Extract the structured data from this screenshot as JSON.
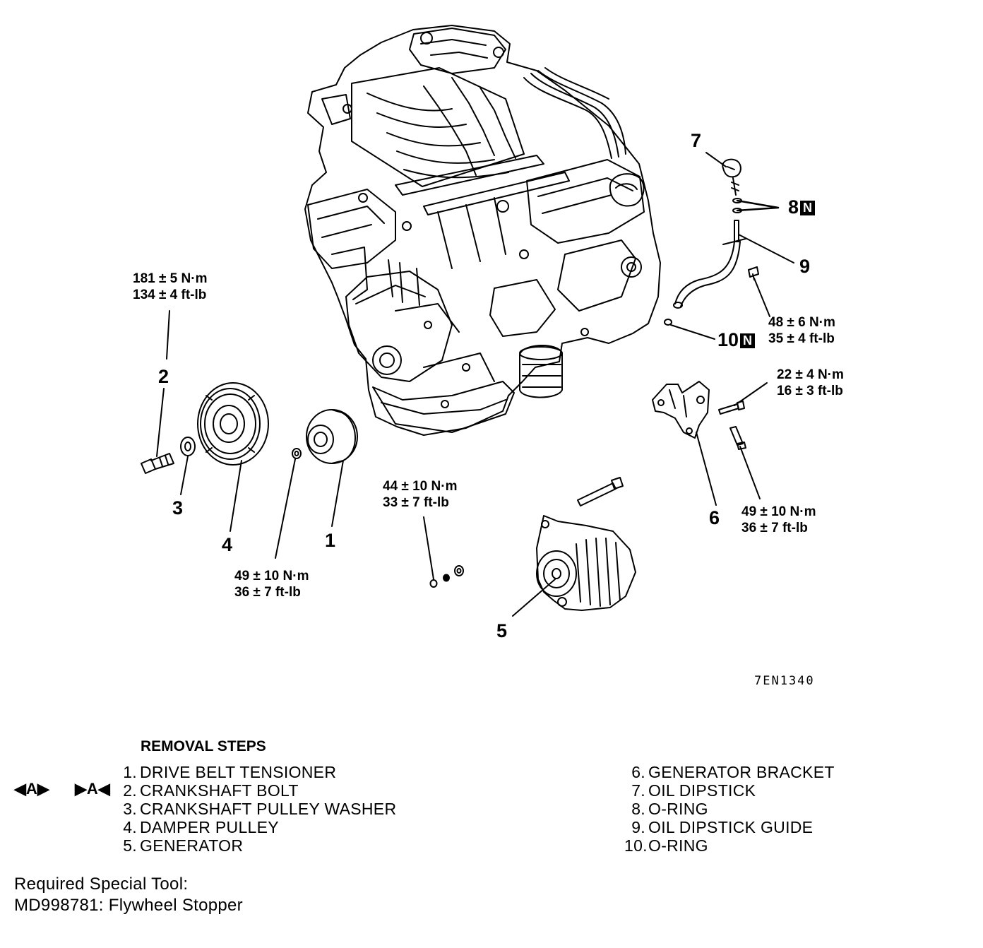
{
  "diagram": {
    "callouts": [
      "1",
      "2",
      "3",
      "4",
      "5",
      "6",
      "7",
      "8",
      "9",
      "10"
    ],
    "callout_badge": "N",
    "torques": [
      {
        "id": "crankshaft-bolt",
        "nm": "181 ± 5 N·m",
        "ftlb": "134 ± 4 ft-lb"
      },
      {
        "id": "drive-belt-tensioner",
        "nm": "49 ± 10 N·m",
        "ftlb": "36 ± 7 ft-lb"
      },
      {
        "id": "generator-nut",
        "nm": "44 ± 10 N·m",
        "ftlb": "33 ± 7 ft-lb"
      },
      {
        "id": "dipstick-guide-bolt",
        "nm": "48 ± 6 N·m",
        "ftlb": "35 ± 4 ft-lb"
      },
      {
        "id": "bracket-upper-bolt",
        "nm": "22 ± 4 N·m",
        "ftlb": "16 ± 3 ft-lb"
      },
      {
        "id": "bracket-lower-bolt",
        "nm": "49 ± 10 N·m",
        "ftlb": "36 ± 7 ft-lb"
      }
    ],
    "figure_code": "7EN1340"
  },
  "removal": {
    "heading": "REMOVAL STEPS",
    "service_marks": {
      "removal": "A",
      "installation": "A"
    },
    "steps": [
      {
        "num": "1.",
        "label": "DRIVE BELT TENSIONER"
      },
      {
        "num": "2.",
        "label": "CRANKSHAFT BOLT"
      },
      {
        "num": "3.",
        "label": "CRANKSHAFT PULLEY WASHER"
      },
      {
        "num": "4.",
        "label": "DAMPER PULLEY"
      },
      {
        "num": "5.",
        "label": "GENERATOR"
      },
      {
        "num": "6.",
        "label": "GENERATOR BRACKET"
      },
      {
        "num": "7.",
        "label": "OIL DIPSTICK"
      },
      {
        "num": "8.",
        "label": "O-RING"
      },
      {
        "num": "9.",
        "label": "OIL DIPSTICK GUIDE"
      },
      {
        "num": "10.",
        "label": "O-RING"
      }
    ]
  },
  "special_tool": {
    "heading": "Required Special Tool:",
    "item": "MD998781: Flywheel Stopper"
  }
}
